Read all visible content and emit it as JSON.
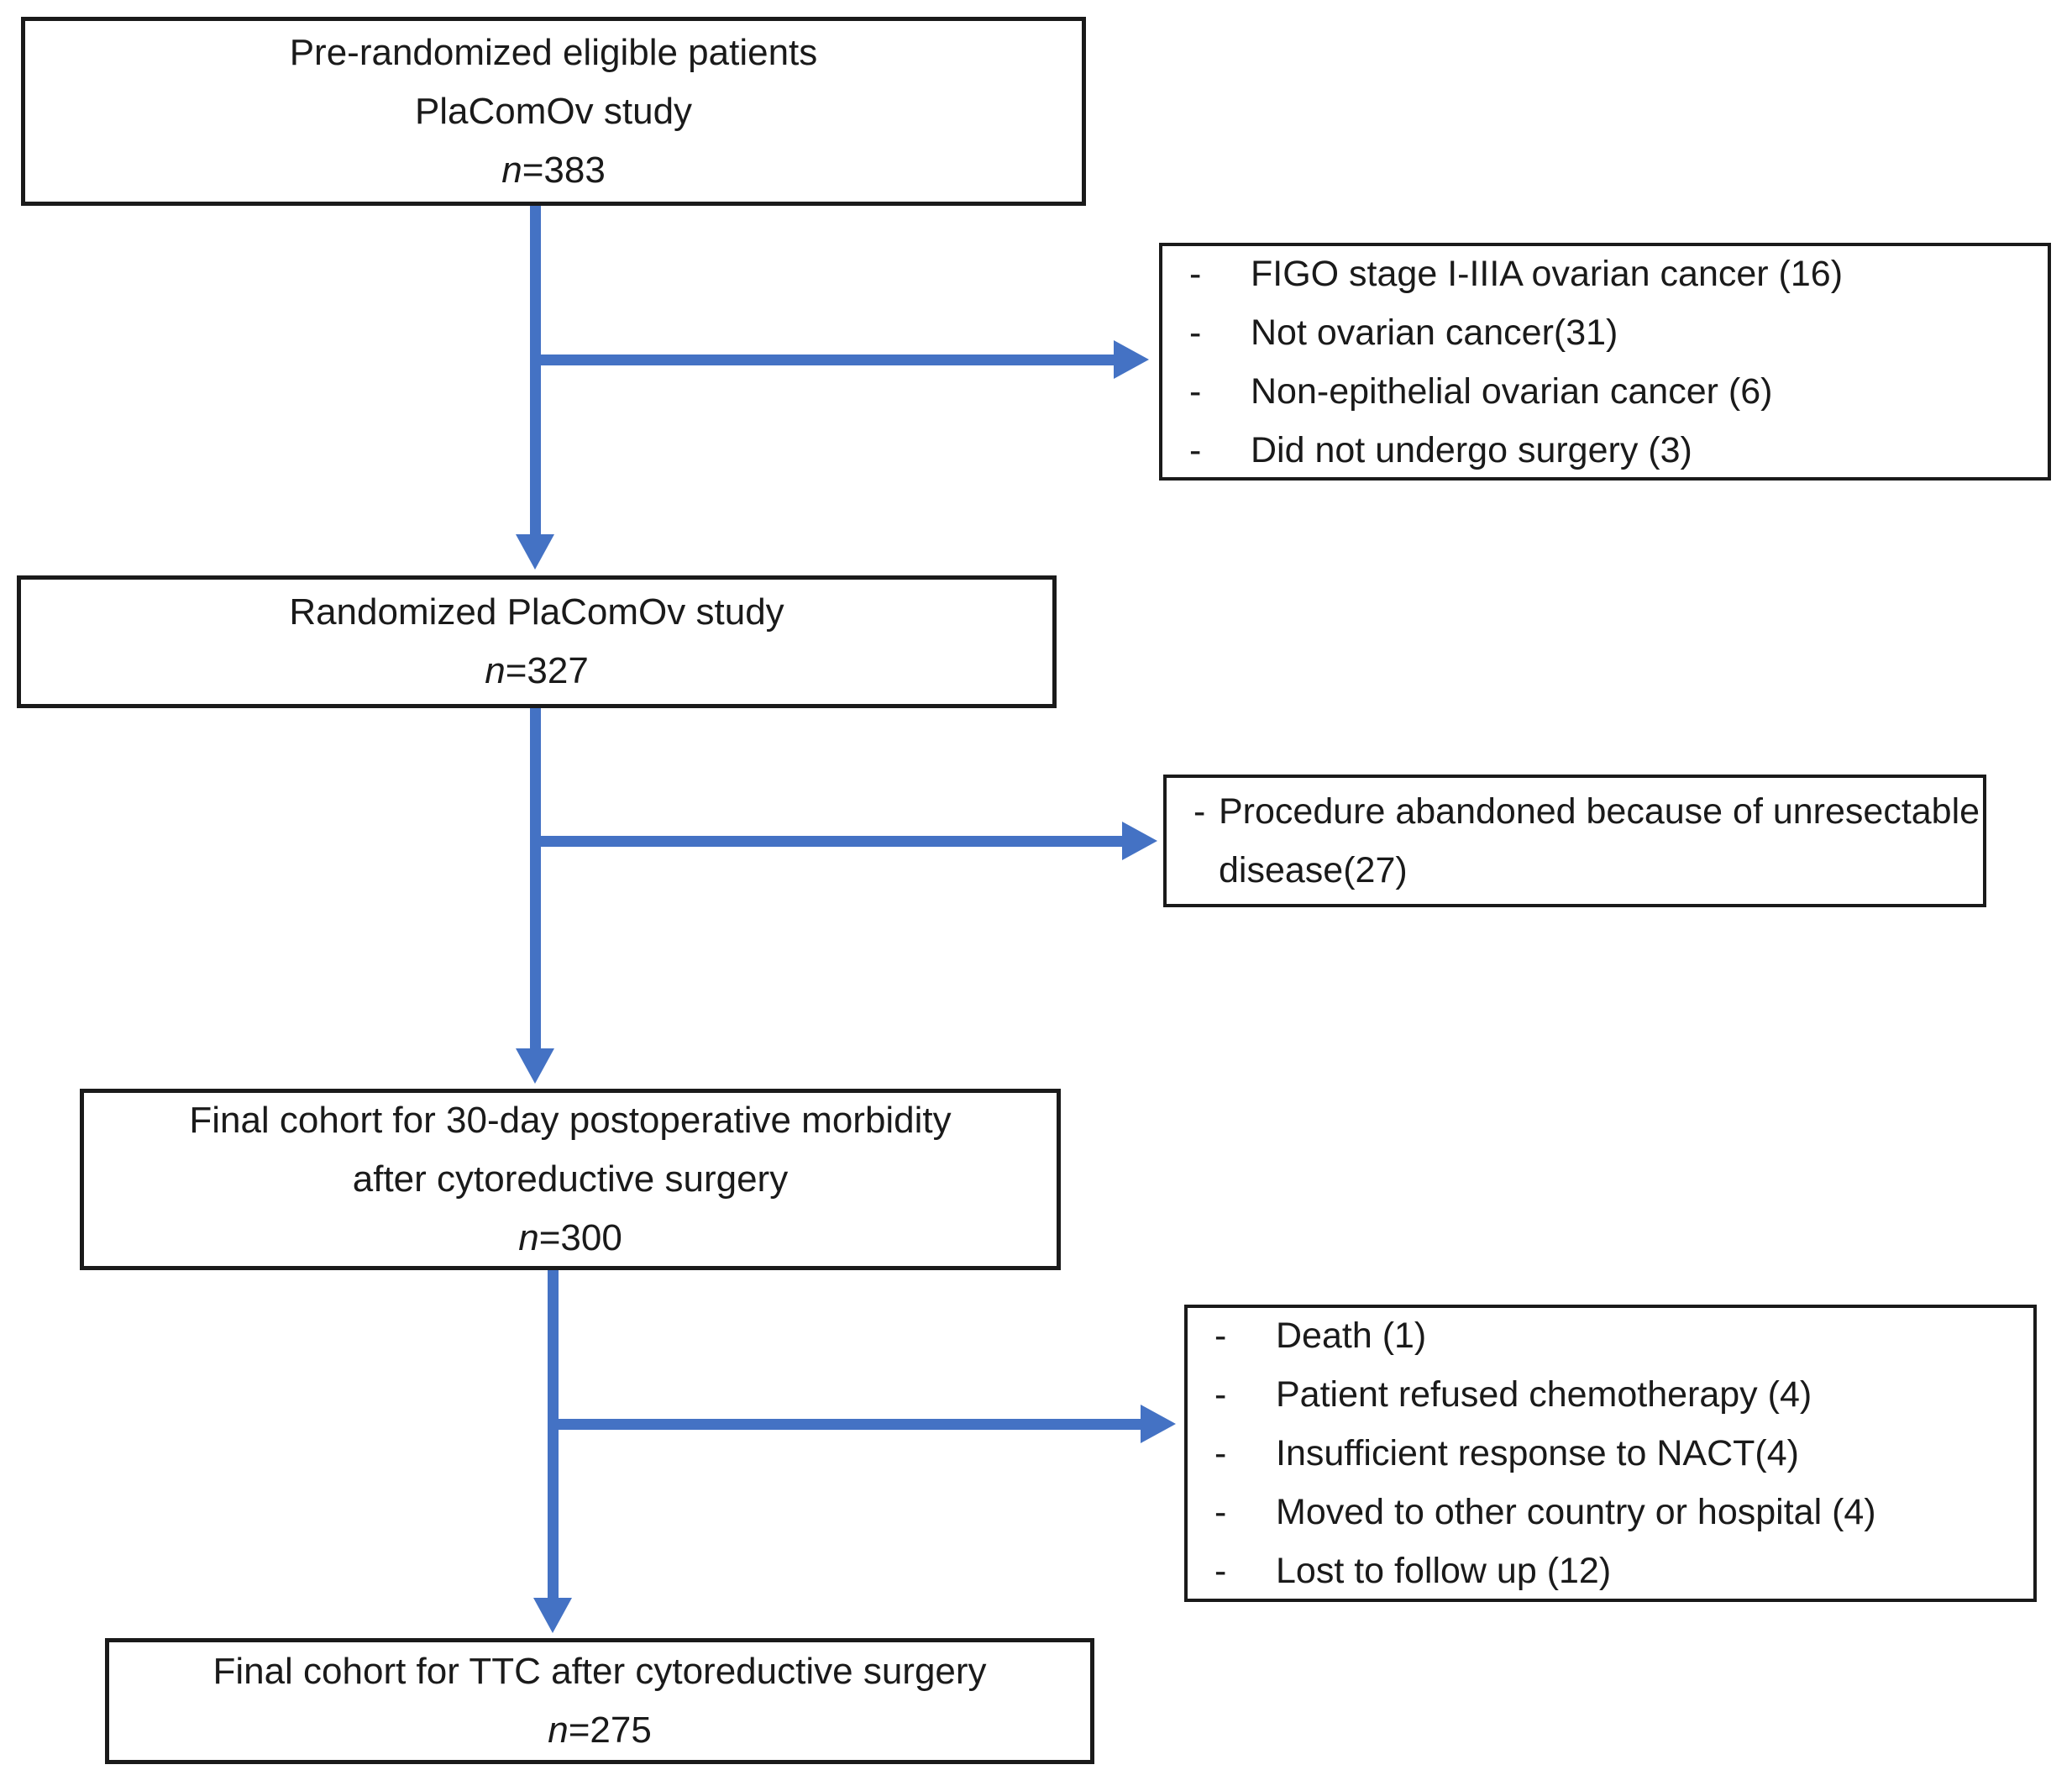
{
  "flowchart": {
    "arrow_color": "#4472C4",
    "line_color": "#1a1a1a",
    "text_color": "#1a1a1a",
    "bullet": "-",
    "boxes": {
      "pre_randomized": {
        "lines": [
          "Pre-randomized eligible patients",
          "PlaComOv study"
        ],
        "n": "n=383"
      },
      "randomized": {
        "lines": [
          "Randomized PlaComOv study"
        ],
        "n": "n=327"
      },
      "final_morbidity": {
        "lines": [
          "Final cohort for 30-day postoperative morbidity",
          "after cytoreductive surgery"
        ],
        "n": "n=300"
      },
      "final_ttc": {
        "lines": [
          "Final cohort for TTC after cytoreductive surgery"
        ],
        "n": "n=275"
      },
      "exclusions_1": {
        "items": [
          "FIGO stage I-IIIA ovarian cancer (16)",
          "Not ovarian cancer(31)",
          "Non-epithelial ovarian cancer (6)",
          "Did not undergo surgery (3)"
        ]
      },
      "exclusions_2": {
        "items": [
          "Procedure abandoned because of unresectable disease(27)"
        ]
      },
      "exclusions_3": {
        "items": [
          "Death (1)",
          "Patient refused chemotherapy (4)",
          "Insufficient response to NACT(4)",
          "Moved to other country or hospital (4)",
          "Lost to follow up (12)"
        ]
      }
    }
  }
}
